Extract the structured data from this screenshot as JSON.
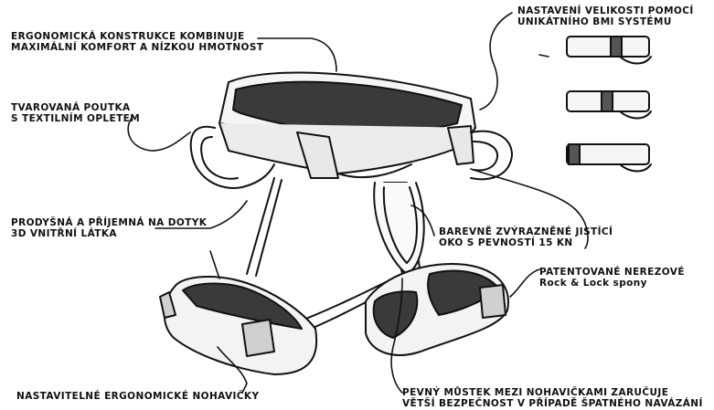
{
  "labels": {
    "ergonomic": {
      "line1": "ergonomická konstrukce kombinuje",
      "line2": "maximální komfort a nízkou hmotnost"
    },
    "loops": {
      "line1": "tvarovaná poutka",
      "line2": "s textilním opletem"
    },
    "breathable": {
      "line1": "prodyšná a příjemná na dotyk",
      "line2": "3D vnitřní látka"
    },
    "legloops": {
      "line1": "nastavitelné ergonomické nohavičky"
    },
    "bmi": {
      "line1": "nastavení velikosti pomocí",
      "line2": "unikátního BMI systému"
    },
    "belay": {
      "line1": "barevně zvýrazněné jistící",
      "line2": "oko s pevností  15 kN"
    },
    "buckles": {
      "line1": "patentované nerezové",
      "line2": "Rock & Lock  spony"
    },
    "bridge": {
      "line1": "pevný můstek mezi nohavičkami zaručuje",
      "line2": "větší bezpečnost v případě špatného navázání"
    }
  }
}
